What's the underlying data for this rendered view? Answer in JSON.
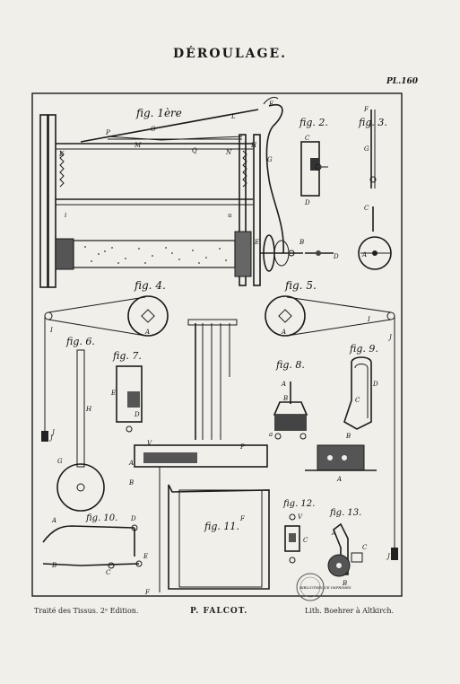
{
  "plate": {
    "title": "DÉROULAGE.",
    "number": "PL.160",
    "footer_left": "Traité des Tissus. 2ᵉ Edition.",
    "footer_center": "P. FALCOT.",
    "footer_right": "Lith. Boehrer à Altkirch.",
    "stamp_text": "BIBLIOTHÈQUE IMPRIMÉS"
  },
  "figures": [
    {
      "id": "fig1",
      "caption": "fig. 1ère",
      "labels": [
        "P",
        "O",
        "L",
        "F",
        "K",
        "M",
        "Q",
        "N",
        "H",
        "G",
        "i",
        "u",
        "E"
      ]
    },
    {
      "id": "fig2",
      "caption": "fig. 2.",
      "labels": [
        "C",
        "D"
      ]
    },
    {
      "id": "fig3",
      "caption": "fig. 3.",
      "labels": [
        "F",
        "G",
        "C",
        "A"
      ]
    },
    {
      "id": "fig4",
      "caption": "fig. 4.",
      "labels": [
        "A",
        "I",
        "J"
      ]
    },
    {
      "id": "fig5",
      "caption": "fig. 5.",
      "labels": [
        "A",
        "I",
        "J"
      ]
    },
    {
      "id": "fig6",
      "caption": "fig. 6.",
      "labels": [
        "H",
        "J",
        "G"
      ]
    },
    {
      "id": "fig7",
      "caption": "fig. 7.",
      "labels": [
        "E",
        "D"
      ]
    },
    {
      "id": "fig8",
      "caption": "fig. 8.",
      "labels": [
        "A",
        "B",
        "a"
      ]
    },
    {
      "id": "fig9",
      "caption": "fig. 9.",
      "labels": [
        "D",
        "C",
        "B",
        "A"
      ]
    },
    {
      "id": "fig10",
      "caption": "fig. 10.",
      "labels": [
        "A",
        "D",
        "B",
        "C",
        "E"
      ]
    },
    {
      "id": "fig11",
      "caption": "fig. 11.",
      "labels": [
        "V",
        "A",
        "B",
        "P",
        "F"
      ]
    },
    {
      "id": "fig12",
      "caption": "fig. 12.",
      "labels": [
        "V",
        "C"
      ]
    },
    {
      "id": "fig13",
      "caption": "fig. 13.",
      "labels": [
        "A",
        "C",
        "B",
        "J"
      ]
    }
  ],
  "misc_labels": {
    "fig1_shaft_b": "B",
    "fig1_shaft_d": "D"
  }
}
